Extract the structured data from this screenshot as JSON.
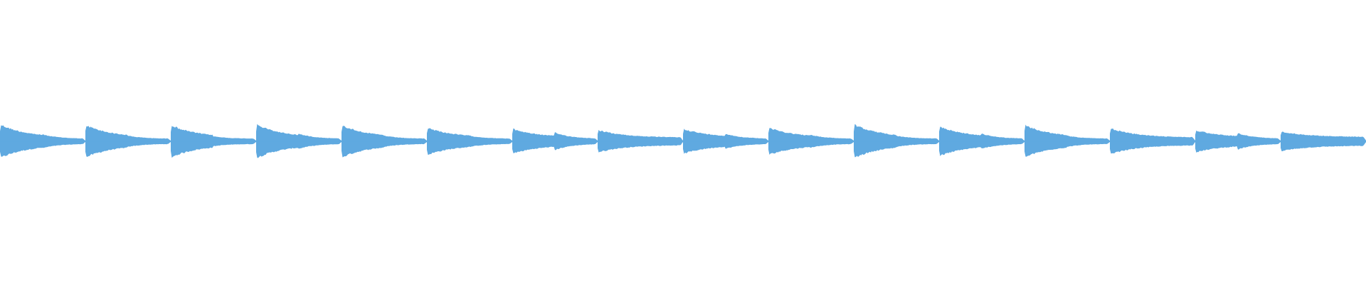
{
  "waveform": {
    "color": "#5fa9e0",
    "background": "#ffffff",
    "hits": [
      {
        "peak": 0.26,
        "tail": 0.05,
        "note2": {
          "at": 0.5,
          "amp": 0.1
        }
      },
      {
        "peak": 0.25,
        "tail": 0.05,
        "note2": {
          "at": 0.5,
          "amp": 0.08
        }
      },
      {
        "peak": 0.25,
        "tail": 0.05,
        "note2": {
          "at": 0.5,
          "amp": 0.07
        }
      },
      {
        "peak": 0.26,
        "tail": 0.05,
        "note2": {
          "at": 0.5,
          "amp": 0.11
        }
      },
      {
        "peak": 0.25,
        "tail": 0.05,
        "note2": {
          "at": 0.5,
          "amp": 0.08
        }
      },
      {
        "peak": 0.21,
        "tail": 0.05,
        "note2": {
          "at": 0.5,
          "amp": 0.08
        }
      },
      {
        "peak": 0.19,
        "tail": 0.05,
        "note2": {
          "at": 0.5,
          "amp": 0.13
        }
      },
      {
        "peak": 0.17,
        "tail": 0.05,
        "note2": null
      },
      {
        "peak": 0.19,
        "tail": 0.05,
        "note2": {
          "at": 0.5,
          "amp": 0.11
        }
      },
      {
        "peak": 0.21,
        "tail": 0.05,
        "note2": {
          "at": 0.5,
          "amp": 0.09
        }
      },
      {
        "peak": 0.26,
        "tail": 0.05,
        "note2": {
          "at": 0.5,
          "amp": 0.08
        }
      },
      {
        "peak": 0.23,
        "tail": 0.05,
        "note2": {
          "at": 0.5,
          "amp": 0.11
        }
      },
      {
        "peak": 0.25,
        "tail": 0.05,
        "note2": {
          "at": 0.5,
          "amp": 0.08
        }
      },
      {
        "peak": 0.2,
        "tail": 0.05,
        "note2": null
      },
      {
        "peak": 0.17,
        "tail": 0.05,
        "note2": {
          "at": 0.5,
          "amp": 0.12
        }
      },
      {
        "peak": 0.15,
        "tail": 0.06,
        "note2": null
      }
    ]
  }
}
